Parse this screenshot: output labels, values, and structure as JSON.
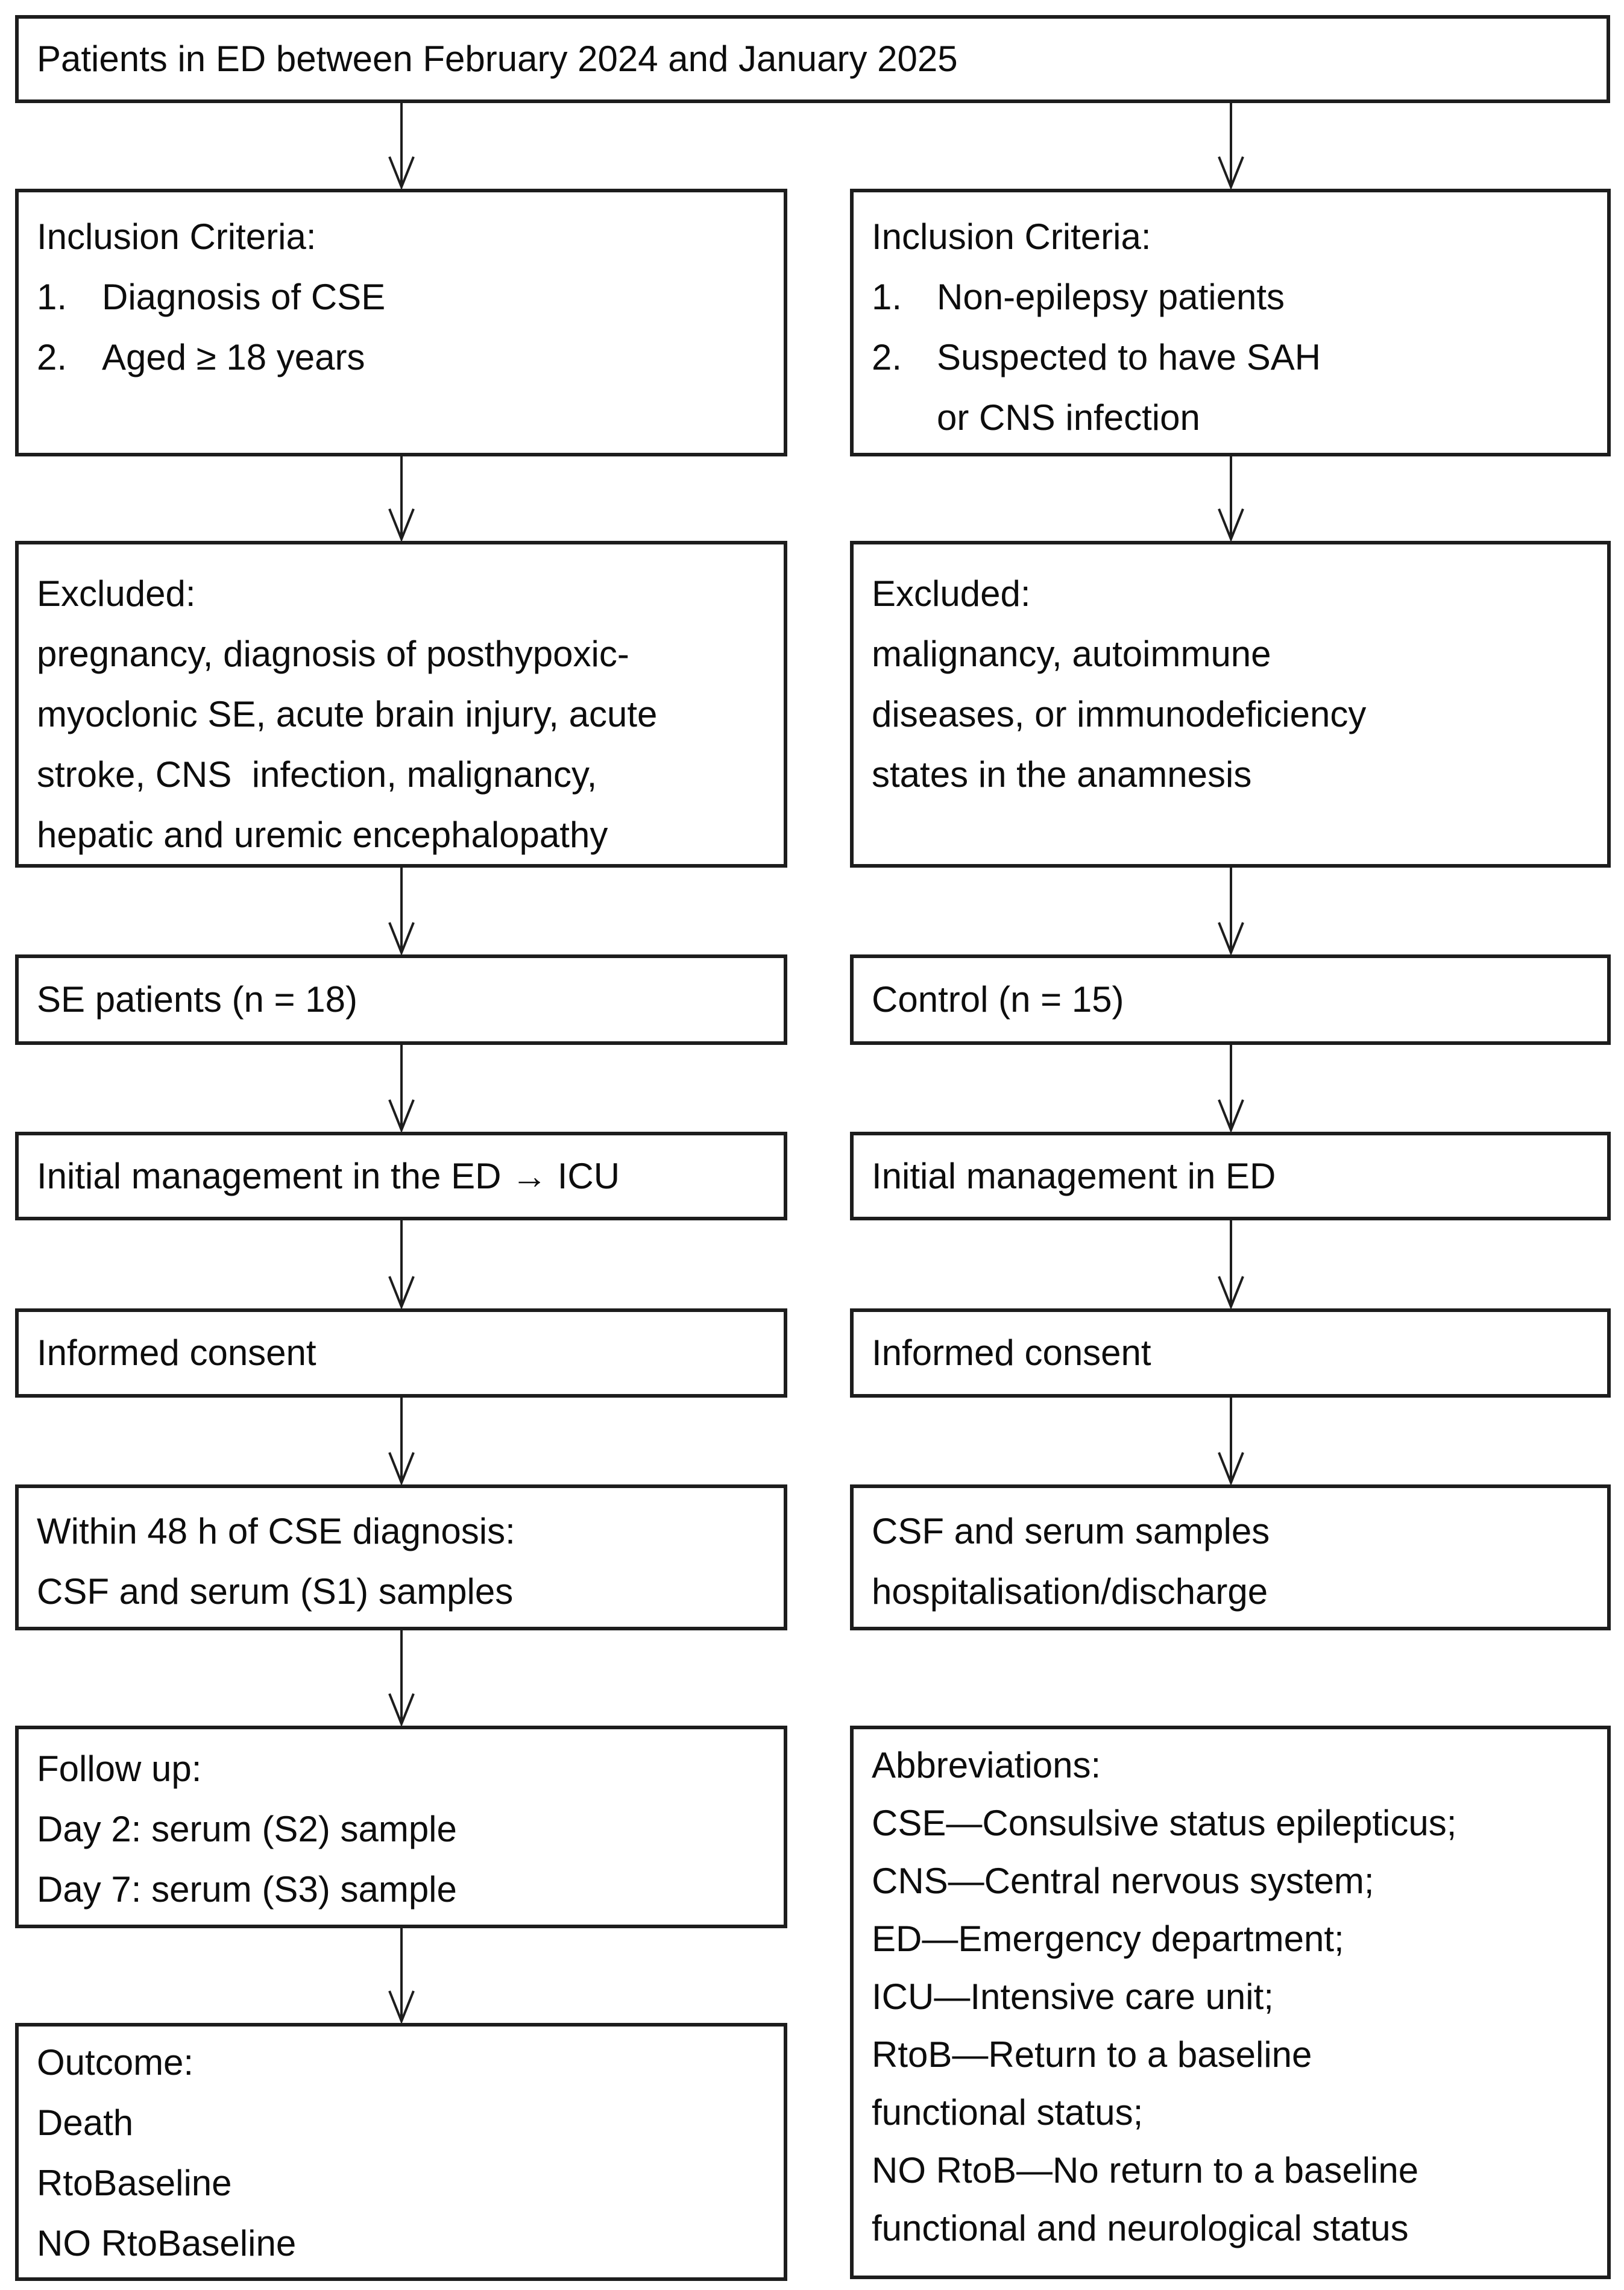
{
  "colors": {
    "background": "#ffffff",
    "border": "#1d1d1d",
    "text": "#0d0d0d"
  },
  "top_box": {
    "text": "Patients in ED between February 2024 and January 2025"
  },
  "left_column": {
    "inclusion": {
      "title": "Inclusion Criteria:",
      "items": [
        {
          "num": "1.",
          "text": "Diagnosis of CSE"
        },
        {
          "num": "2.",
          "text": "Aged ≥ 18 years"
        }
      ]
    },
    "excluded": {
      "lines": [
        "Excluded:",
        "pregnancy, diagnosis of posthypoxic-",
        "myoclonic SE, acute brain injury, acute",
        "stroke, CNS  infection, malignancy,",
        "hepatic and uremic encephalopathy"
      ]
    },
    "se_patients": {
      "text": "SE patients (n = 18)"
    },
    "initial_management": {
      "text": "Initial management in the ED → ICU"
    },
    "informed_consent": {
      "text": "Informed consent"
    },
    "within_48h": {
      "lines": [
        "Within 48 h of CSE diagnosis:",
        "CSF and serum (S1) samples"
      ]
    },
    "follow_up": {
      "lines": [
        "Follow up:",
        "Day 2: serum (S2) sample",
        "Day 7: serum (S3) sample"
      ]
    },
    "outcome": {
      "lines": [
        "Outcome:",
        "Death",
        "RtoBaseline",
        "NO RtoBaseline"
      ]
    }
  },
  "right_column": {
    "inclusion": {
      "title": "Inclusion Criteria:",
      "items": [
        {
          "num": "1.",
          "text": "Non-epilepsy patients"
        },
        {
          "num": "2.",
          "text": "Suspected to have SAH",
          "cont": "or CNS infection"
        }
      ]
    },
    "excluded": {
      "lines": [
        "Excluded:",
        "malignancy, autoimmune",
        "diseases, or immunodeficiency",
        "states in the anamnesis"
      ]
    },
    "control": {
      "text": "Control (n = 15)"
    },
    "initial_management": {
      "text": "Initial management in ED"
    },
    "informed_consent": {
      "text": "Informed consent"
    },
    "csf_samples": {
      "lines": [
        "CSF and serum samples",
        "hospitalisation/discharge"
      ]
    },
    "abbreviations": {
      "lines": [
        "Abbreviations:",
        "CSE—Consulsive status epilepticus;",
        "CNS—Central nervous system;",
        "ED—Emergency department;",
        "ICU—Intensive care unit;",
        "RtoB—Return to a baseline",
        "functional status;",
        "NO RtoB—No return to a baseline",
        "functional and neurological status"
      ]
    }
  }
}
